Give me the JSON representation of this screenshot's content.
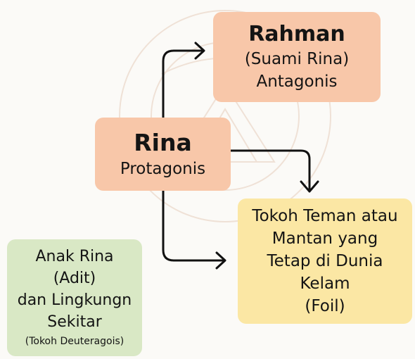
{
  "boxes": {
    "rahman": {
      "name": "Rahman",
      "relation": "(Suami Rina)",
      "role": "Antagonis",
      "color": "#f8c7a9"
    },
    "rina": {
      "name": "Rina",
      "role": "Protagonis",
      "color": "#f8c7a9"
    },
    "foil": {
      "lines": [
        "Tokoh Teman atau",
        "Mantan yang",
        "Tetap di Dunia",
        "Kelam",
        "(Foil)"
      ],
      "color": "#fbe7a4"
    },
    "adit": {
      "lines": [
        "Anak Rina",
        "(Adit)",
        "dan Lingkungn",
        "Sekitar"
      ],
      "note": "(Tokoh Deuteragois)",
      "color": "#d9e8c5"
    }
  },
  "connectors": [
    {
      "from": "rina",
      "to": "rahman"
    },
    {
      "from": "rina",
      "to": "foil"
    },
    {
      "from": "rina",
      "to": "foil"
    }
  ]
}
